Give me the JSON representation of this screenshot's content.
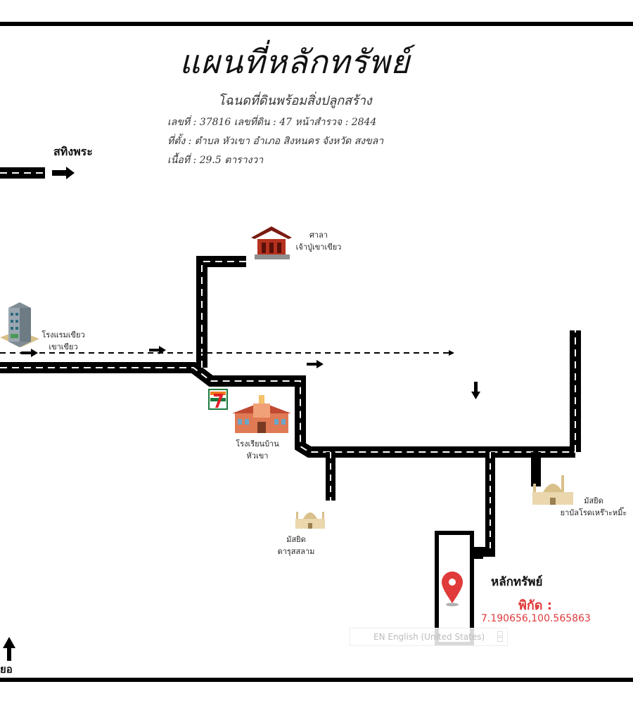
{
  "header": {
    "title": "แผนที่หลักทรัพย์",
    "subtitle": "โฉนดที่ดินพร้อมสิ่งปลูกสร้าง",
    "deed_line": "เลขที่ : 37816 เลขที่ดิน : 47 หน้าสำรวจ : 2844",
    "location_line": "ที่ตั้ง :  ตำบล หัวเขา อำเภอ สิงหนคร จังหวัด สงขลา",
    "area_line": "เนื้อที่ :  29.5 ตารางวา"
  },
  "directions": {
    "to_sathing_phra": "สทิงพระ",
    "to_bottom_left": "ยอ"
  },
  "landmarks": {
    "shrine": {
      "line1": "ศาลา",
      "line2": "เจ้าปู่เขาเขียว",
      "icon": "chinese-shrine-icon"
    },
    "hotel": {
      "line1": "โรงแรมเขียว",
      "line2": "เขาเขียว",
      "icon": "hotel-building-icon"
    },
    "store": {
      "icon": "convenience-store-logo-icon"
    },
    "school": {
      "line1": "โรงเรียนบ้าน",
      "line2": "หัวเขา",
      "icon": "school-building-icon"
    },
    "mosque_darus": {
      "line1": "มัสยิด",
      "line2": "ดารุสสลาม",
      "icon": "mosque-icon"
    },
    "mosque_yabal": {
      "line1": "มัสยิด",
      "line2": "ยาบัลโรดเหร๊าะหมิ๊ะ",
      "icon": "mosque-icon"
    }
  },
  "property": {
    "label": "หลักทรัพย์",
    "coord_label": "พิกัด :",
    "coordinates": "7.190656,100.565863",
    "icon": "location-pin-icon"
  },
  "overlay": {
    "language_bar": "EN English (United States)"
  },
  "colors": {
    "road": "#000000",
    "road_marking": "#ffffff",
    "pin": "#e03a3a",
    "coordinates_text": "#e03a3a"
  }
}
